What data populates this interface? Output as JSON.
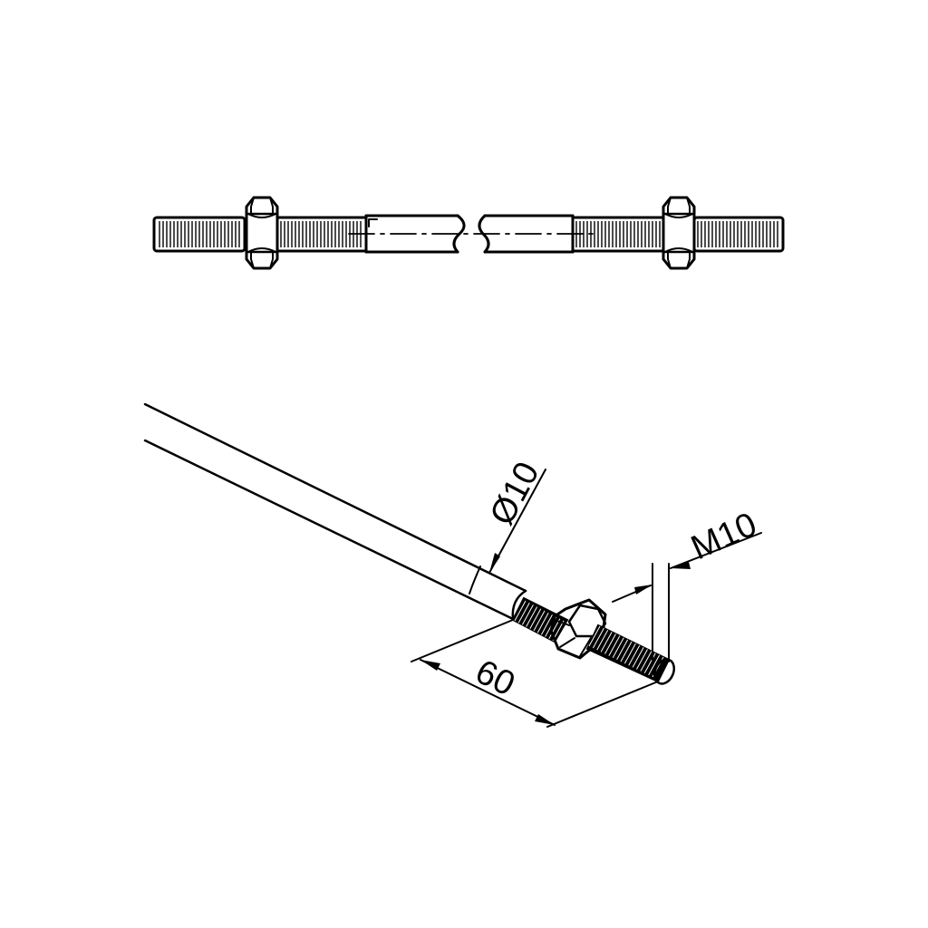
{
  "dimensions": {
    "diameter_label": "Ø10",
    "thread_label": "M10",
    "length_label": "60"
  }
}
